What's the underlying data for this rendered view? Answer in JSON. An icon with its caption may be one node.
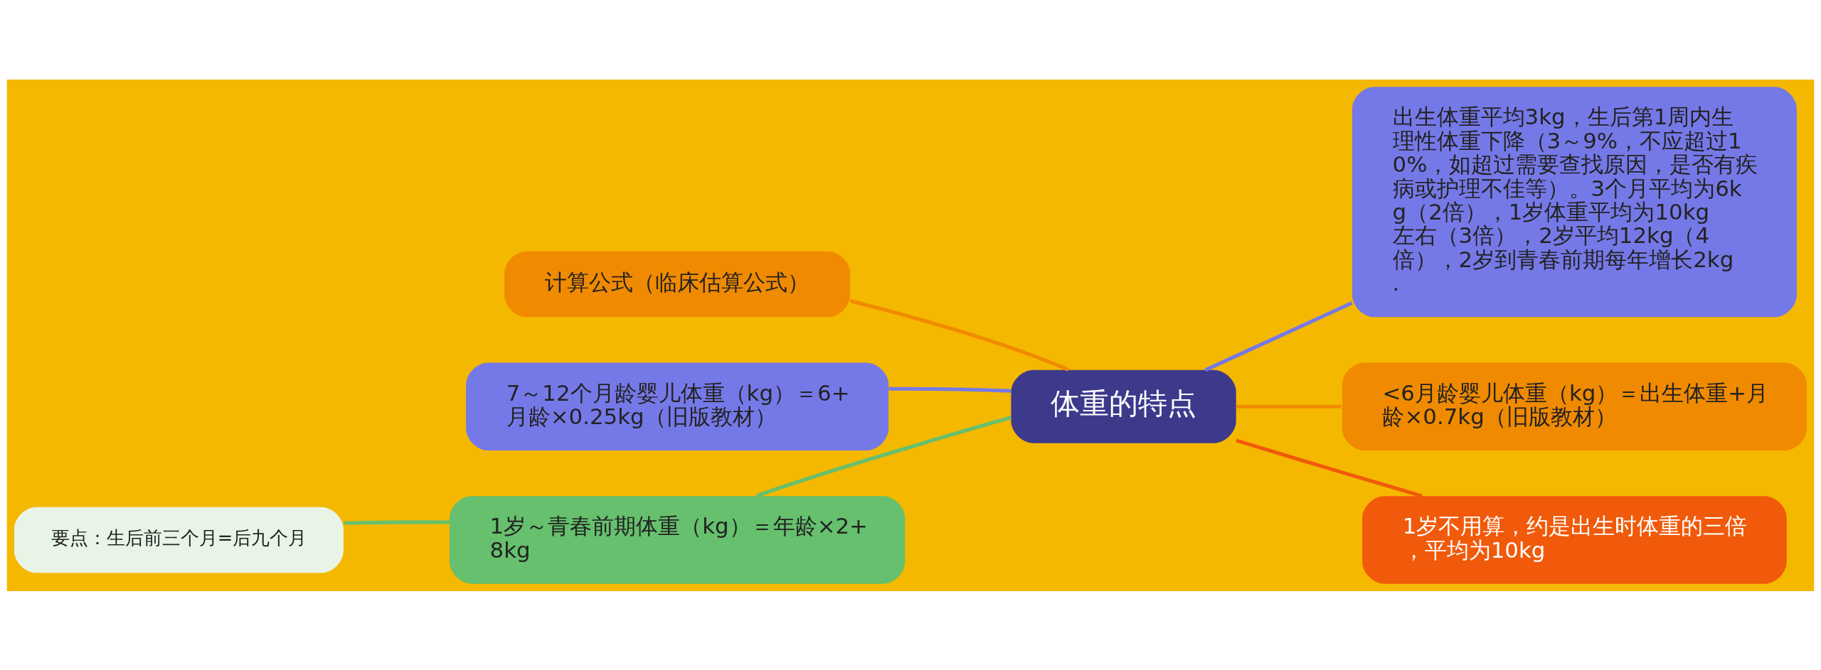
{
  "diagram": {
    "nodes": [
      {
        "text": [
          "体重的特点"
        ]
      },
      {
        "text": [
          "出生体重平均3kg，生后第1周内生理性体重下降（3～9%，不应超过10%，如超过需要查找原因，是否有疾病或护理不佳等）。3个月平均为6kg（2倍），1岁体重平均为10kg左右（3倍），2岁平均12kg（4倍），2岁到青春前期每年增长2kg."
        ]
      },
      {
        "text": [
          "<6月龄婴儿体重（kg）＝出生体重+月龄×0.7kg（旧版教材）"
        ]
      },
      {
        "text": [
          "1岁不用算，约是出生时体重的三倍，平均为10kg"
        ]
      },
      {
        "text": [
          "计算公式（临床估算公式）"
        ]
      },
      {
        "text": [
          "7～12个月龄婴儿体重（kg）＝6+月龄×0.25kg（旧版教材）"
        ]
      },
      {
        "text": [
          "1岁～青春前期体重（kg）＝年龄×2+8kg"
        ]
      },
      {
        "text": [
          "要点：生后前三个月=后九个月"
        ]
      }
    ],
    "edges": [
      {
        "from": 0,
        "to": 1,
        "arrow": "none",
        "color": "#7579e7"
      },
      {
        "from": 0,
        "to": 2,
        "arrow": "none",
        "color": "#f08a00"
      },
      {
        "from": 0,
        "to": 3,
        "arrow": "none",
        "color": "#f05a0a"
      },
      {
        "from": 0,
        "to": 4,
        "arrow": "none",
        "color": "#f08a00"
      },
      {
        "from": 0,
        "to": 5,
        "arrow": "none",
        "color": "#7579e7"
      },
      {
        "from": 0,
        "to": 6,
        "arrow": "none",
        "color": "#66c06d"
      },
      {
        "from": 6,
        "to": 7,
        "arrow": "none",
        "color": "#66c06d"
      }
    ]
  }
}
